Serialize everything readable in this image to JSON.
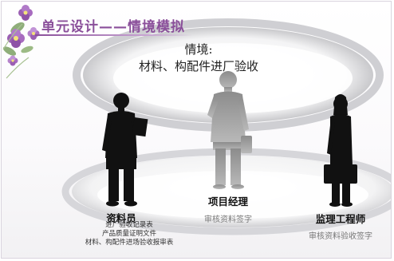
{
  "slide": {
    "title": "单元设计——情境模拟",
    "scenario_label": "情境:",
    "scenario_text": "材料、构配件进厂验收"
  },
  "roles": {
    "materials_clerk": {
      "name": "资料员",
      "documents": [
        "进厂验收记录表",
        "产品质量证明文件",
        "材料、构配件进场验收报审表"
      ]
    },
    "project_manager": {
      "name": "项目经理",
      "action": "审核资料签字"
    },
    "supervising_engineer": {
      "name": "监理工程师",
      "action": "审核资料验收签字"
    }
  },
  "colors": {
    "title": "#8a4f9a",
    "flower": "#9b5fb3",
    "leaf": "#8fae7a",
    "silhouette": "#111111",
    "silhouette_faded": "#9a9a9a"
  }
}
